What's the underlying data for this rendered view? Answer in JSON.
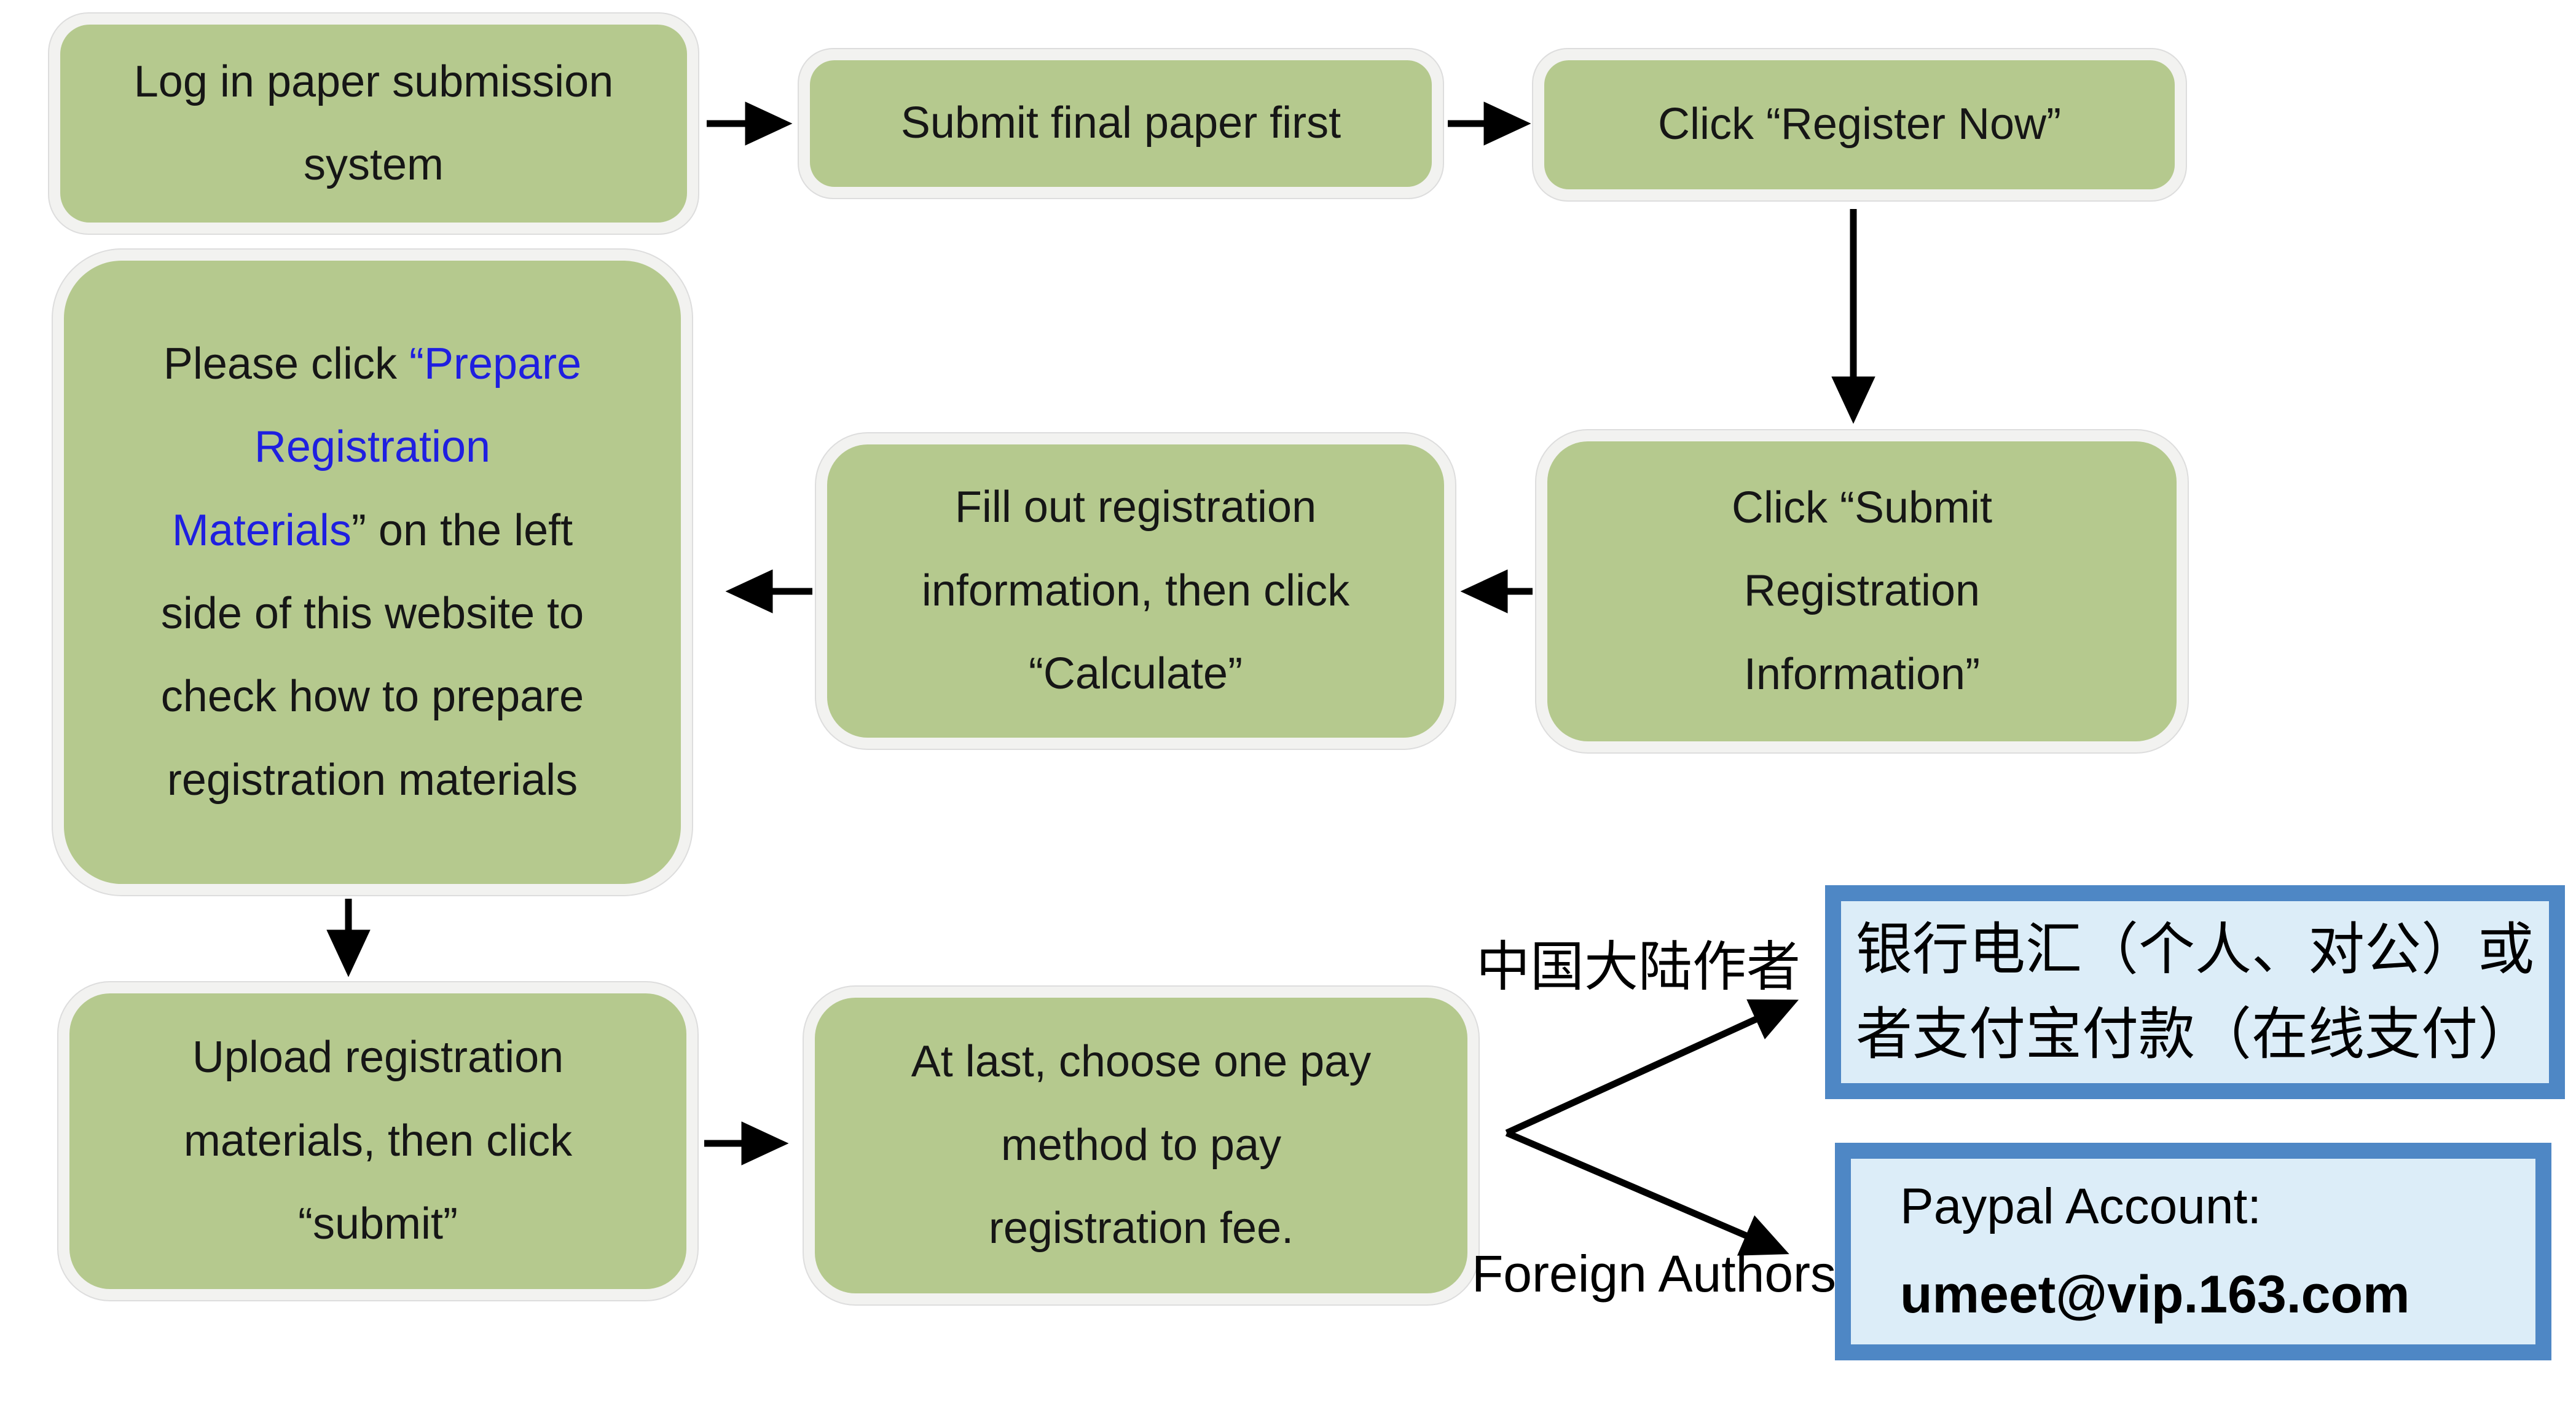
{
  "colors": {
    "background": "#ffffff",
    "box_fill": "#b5c98e",
    "box_border": "#f2f2f0",
    "shadow_olive": "#75844e",
    "blue_border": "#4e87c5",
    "blue_fill": "#dcedf8",
    "link_blue": "#1f1fe0",
    "arrow_black": "#000000"
  },
  "flow": {
    "login": {
      "lines": [
        "Log in paper submission",
        "system"
      ]
    },
    "submit_paper": {
      "lines": [
        "Submit final paper first"
      ]
    },
    "register_now": {
      "lines": [
        "Click “Register Now”"
      ]
    },
    "submit_reg_info": {
      "lines": [
        "Click “Submit",
        "Registration",
        "Information”"
      ]
    },
    "fill_info": {
      "lines": [
        "Fill out registration",
        "information, then click",
        "“Calculate”"
      ]
    },
    "prepare": {
      "rich_lines": [
        [
          {
            "t": "Please click ",
            "link": false
          },
          {
            "t": "“Prepare",
            "link": true
          }
        ],
        [
          {
            "t": "Registration",
            "link": true
          }
        ],
        [
          {
            "t": "Materials",
            "link": true
          },
          {
            "t": "” on the left",
            "link": false
          }
        ],
        [
          {
            "t": "side of this website to",
            "link": false
          }
        ],
        [
          {
            "t": "check how to prepare",
            "link": false
          }
        ],
        [
          {
            "t": "registration materials",
            "link": false
          }
        ]
      ]
    },
    "upload": {
      "lines": [
        "Upload registration",
        "materials, then click",
        "“submit”"
      ]
    },
    "pay": {
      "lines": [
        "At last, choose one pay",
        "method to pay",
        "registration fee."
      ]
    }
  },
  "branch": {
    "china_label": "中国大陆作者",
    "foreign_label": "Foreign Authors"
  },
  "payment": {
    "bank": {
      "lines": [
        "银行电汇（个人、对公）或",
        "者支付宝付款（在线支付）"
      ]
    },
    "paypal": {
      "label": "Paypal Account:",
      "account": "umeet@vip.163.com"
    }
  }
}
